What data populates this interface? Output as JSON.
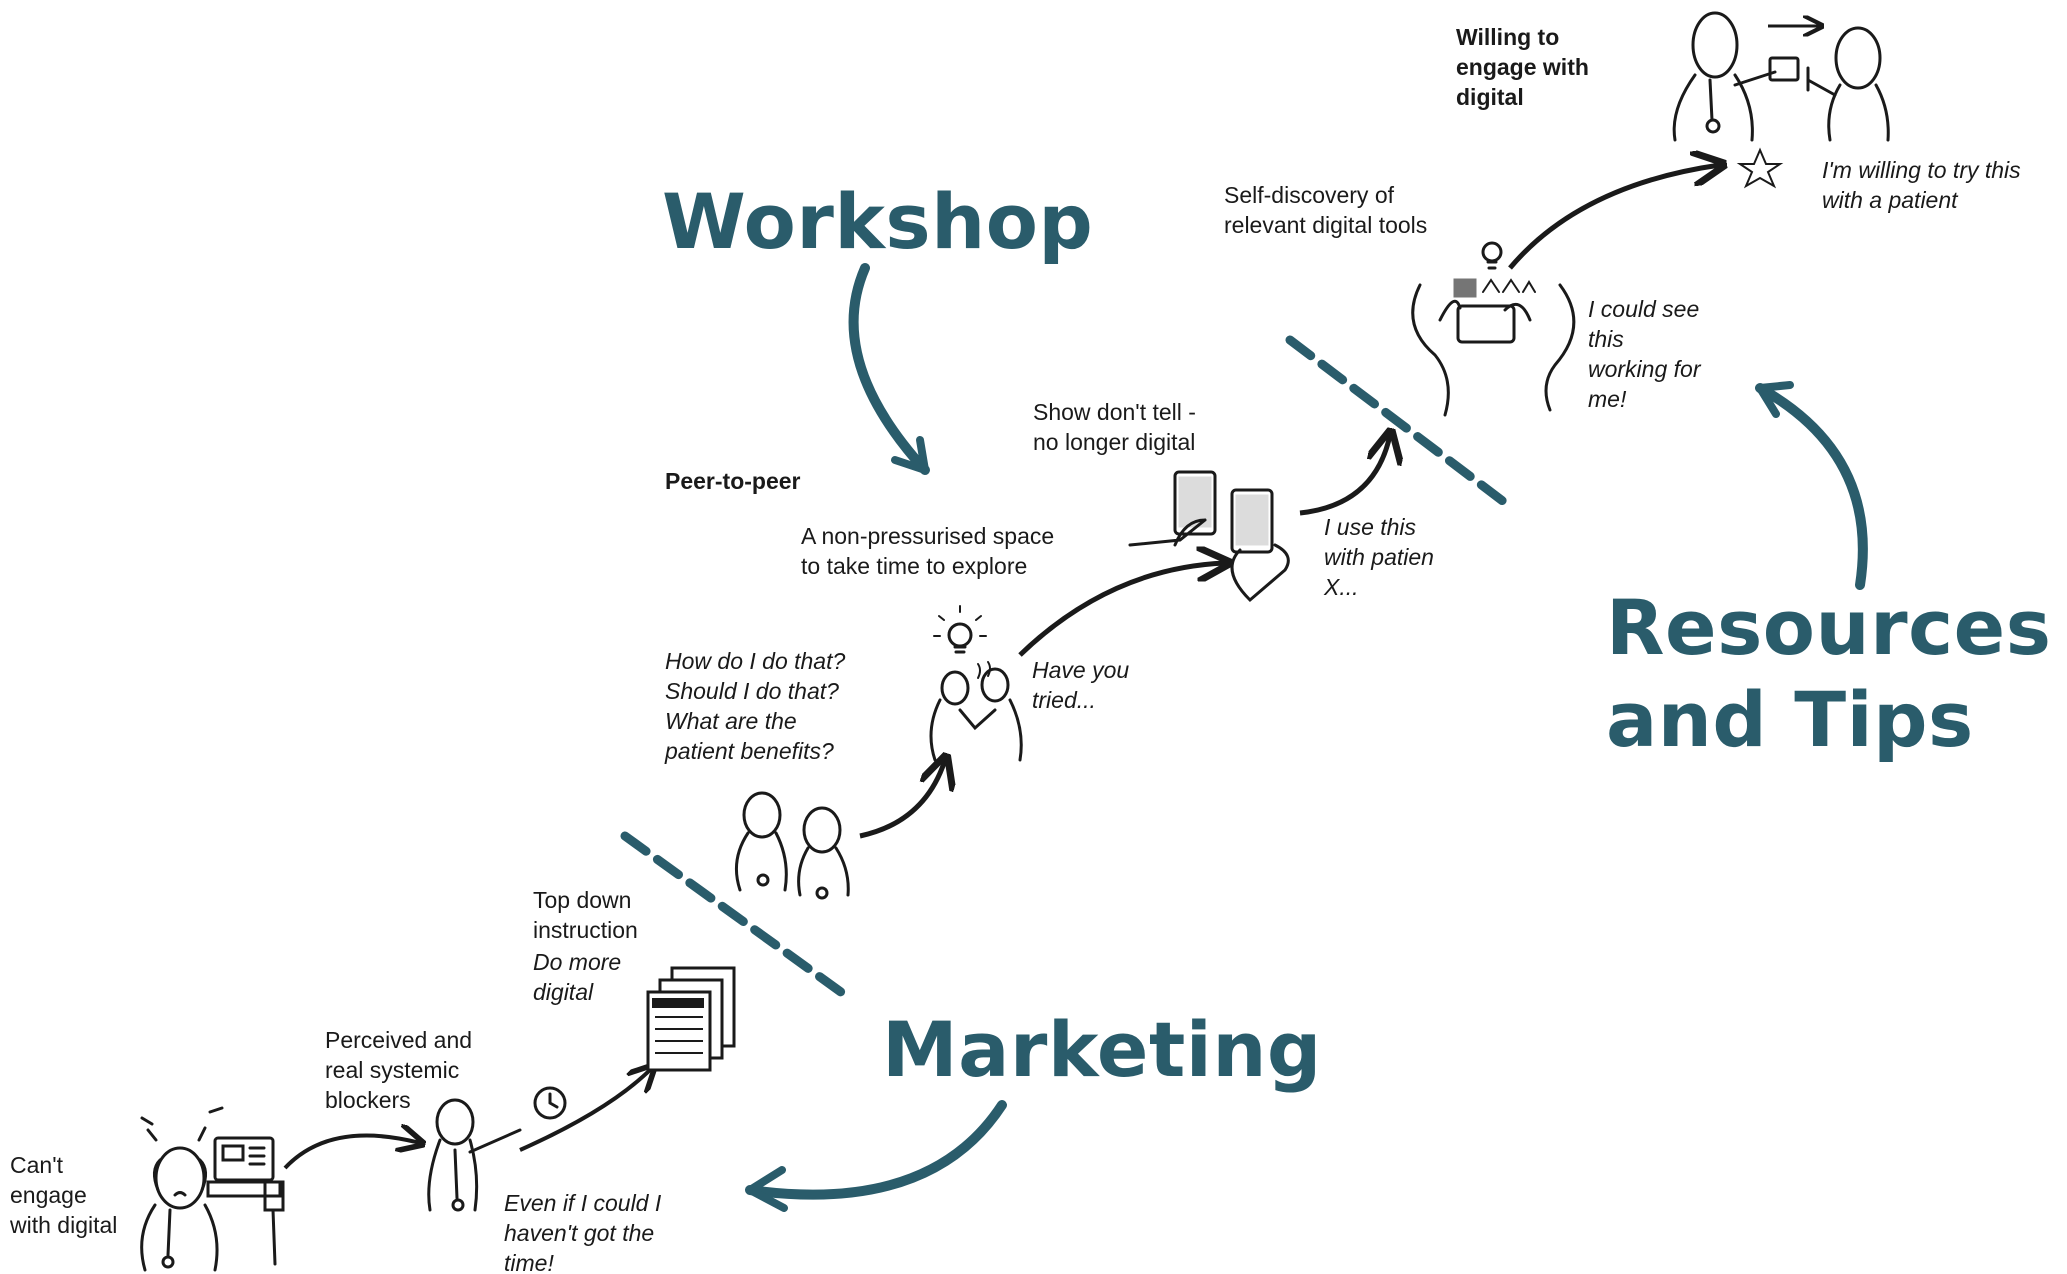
{
  "headings": {
    "workshop": "Workshop",
    "marketing": "Marketing",
    "resources": "Resources\nand Tips"
  },
  "labels": {
    "cant_engage": "Can't\nengage\nwith digital",
    "blockers": "Perceived and\nreal systemic\nblockers",
    "even_if": "Even if I could I\nhaven't got the\ntime!",
    "top_down": "Top down\ninstruction",
    "do_more": "Do more\ndigital",
    "peer": "Peer-to-peer",
    "non_pressurised": "A non-pressurised space\nto take time to explore",
    "how_do": "How do I do that?\nShould I do that?\nWhat are the\npatient benefits?",
    "have_you": "Have you\ntried...",
    "show_dont": "Show don't tell -\nno longer digital",
    "i_use": "I use this\nwith patien\nX...",
    "self_discovery": "Self-discovery of\nrelevant digital tools",
    "i_could": "I could see\nthis\nworking for\nme!",
    "willing": "Willing to\nengage with\ndigital",
    "im_willing": "I'm willing to try this\nwith a patient"
  },
  "colors": {
    "accent": "#2a5c6b",
    "ink": "#1a1a1a"
  }
}
